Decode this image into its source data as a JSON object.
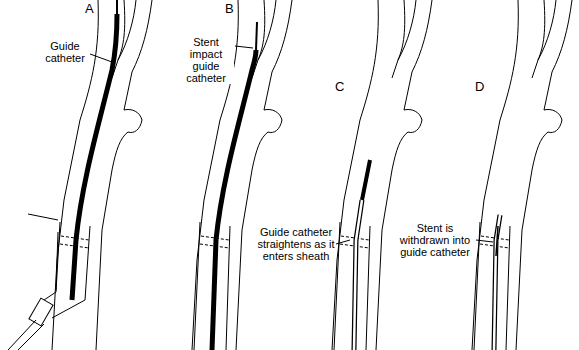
{
  "diagram": {
    "labels": [
      "A",
      "Guide catheter",
      "B",
      "Stent impact guide catheter",
      "C",
      "Guide catheter straightens as it enters sheath",
      "D",
      "Stent is withdrawn into guide catheter"
    ]
  }
}
